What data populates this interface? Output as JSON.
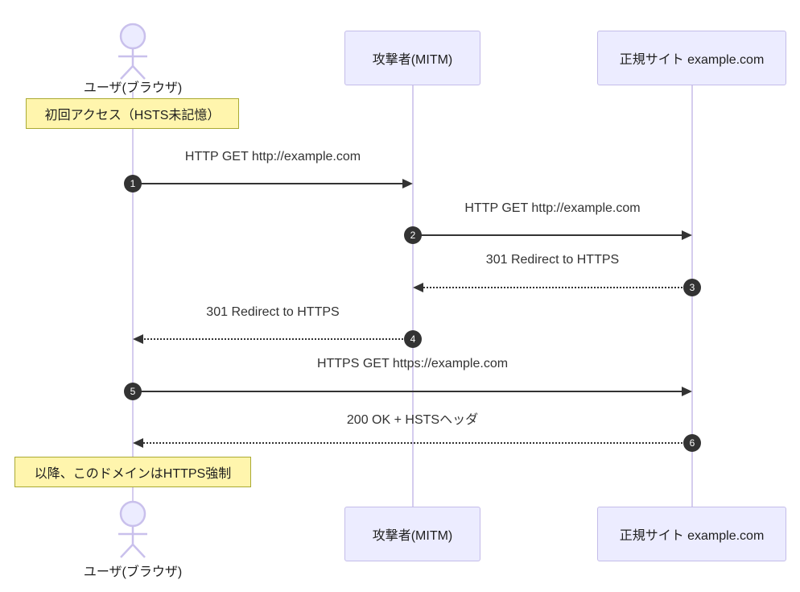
{
  "diagram": {
    "participants": [
      {
        "label": "ユーザ(ブラウザ)",
        "type": "actor"
      },
      {
        "label": "攻撃者(MITM)",
        "type": "participant"
      },
      {
        "label": "正規サイト example.com",
        "type": "participant"
      }
    ],
    "notes": [
      {
        "text": "初回アクセス（HSTS未記憶）",
        "over": "ユーザ(ブラウザ)"
      },
      {
        "text": "以降、このドメインはHTTPS強制",
        "over": "ユーザ(ブラウザ)"
      }
    ],
    "messages": [
      {
        "seq": "1",
        "text": "HTTP GET http://example.com",
        "from": "ユーザ(ブラウザ)",
        "to": "攻撃者(MITM)",
        "line": "solid"
      },
      {
        "seq": "2",
        "text": "HTTP GET http://example.com",
        "from": "攻撃者(MITM)",
        "to": "正規サイト example.com",
        "line": "solid"
      },
      {
        "seq": "3",
        "text": "301 Redirect to HTTPS",
        "from": "正規サイト example.com",
        "to": "攻撃者(MITM)",
        "line": "dashed"
      },
      {
        "seq": "4",
        "text": "301 Redirect to HTTPS",
        "from": "攻撃者(MITM)",
        "to": "ユーザ(ブラウザ)",
        "line": "dashed"
      },
      {
        "seq": "5",
        "text": "HTTPS GET https://example.com",
        "from": "ユーザ(ブラウザ)",
        "to": "正規サイト example.com",
        "line": "solid"
      },
      {
        "seq": "6",
        "text": "200 OK + HSTSヘッダ",
        "from": "正規サイト example.com",
        "to": "ユーザ(ブラウザ)",
        "line": "dashed"
      }
    ],
    "colors": {
      "participant_fill": "#ECECFF",
      "participant_border": "#c4bce9",
      "lifeline": "#d5ccee",
      "note_fill": "#fff5ad",
      "note_border": "#aaaa33",
      "arrow": "#333333",
      "seq_badge": "#333333",
      "text": "#333333"
    }
  }
}
